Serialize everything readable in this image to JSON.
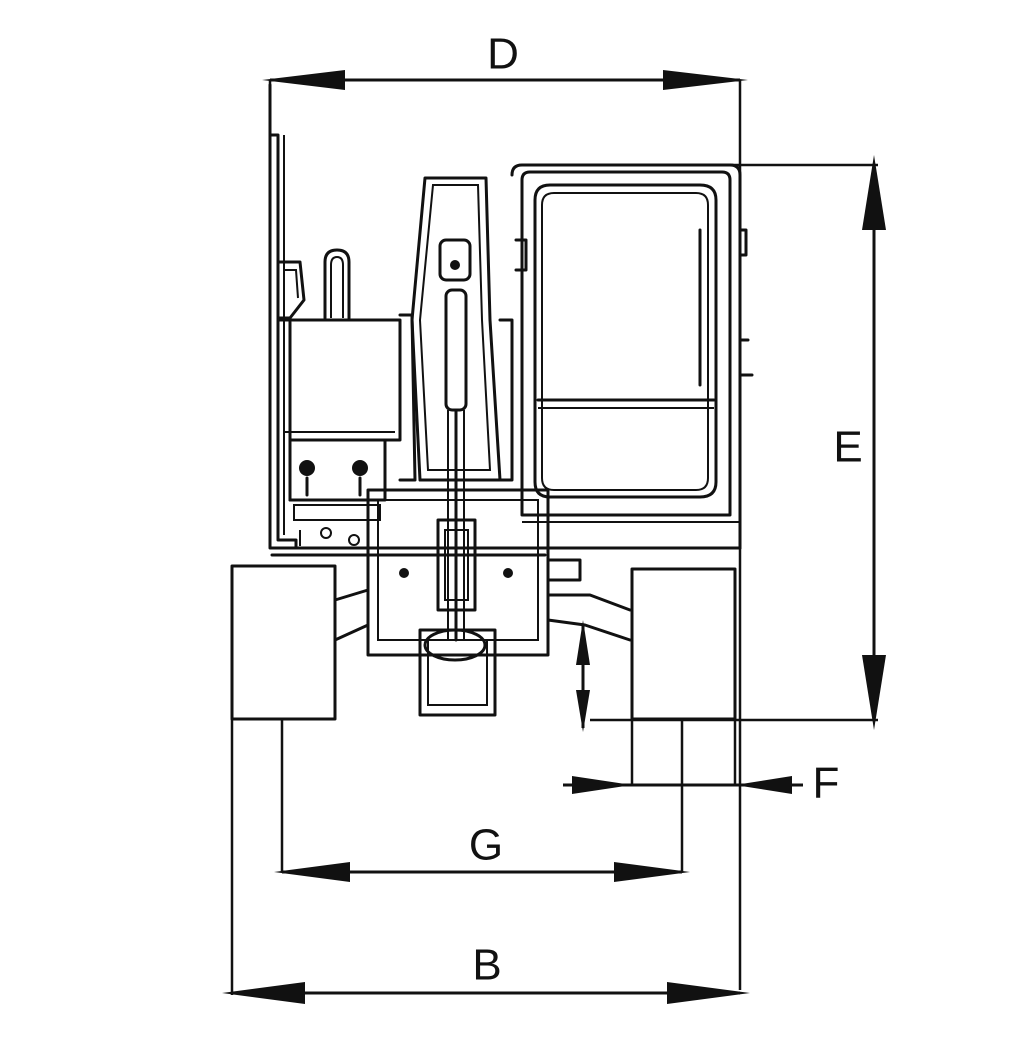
{
  "dimension_labels": {
    "D": "D",
    "E": "E",
    "F": "F",
    "G": "G",
    "B": "B"
  },
  "colors": {
    "line": "#111111",
    "background": "#ffffff"
  }
}
